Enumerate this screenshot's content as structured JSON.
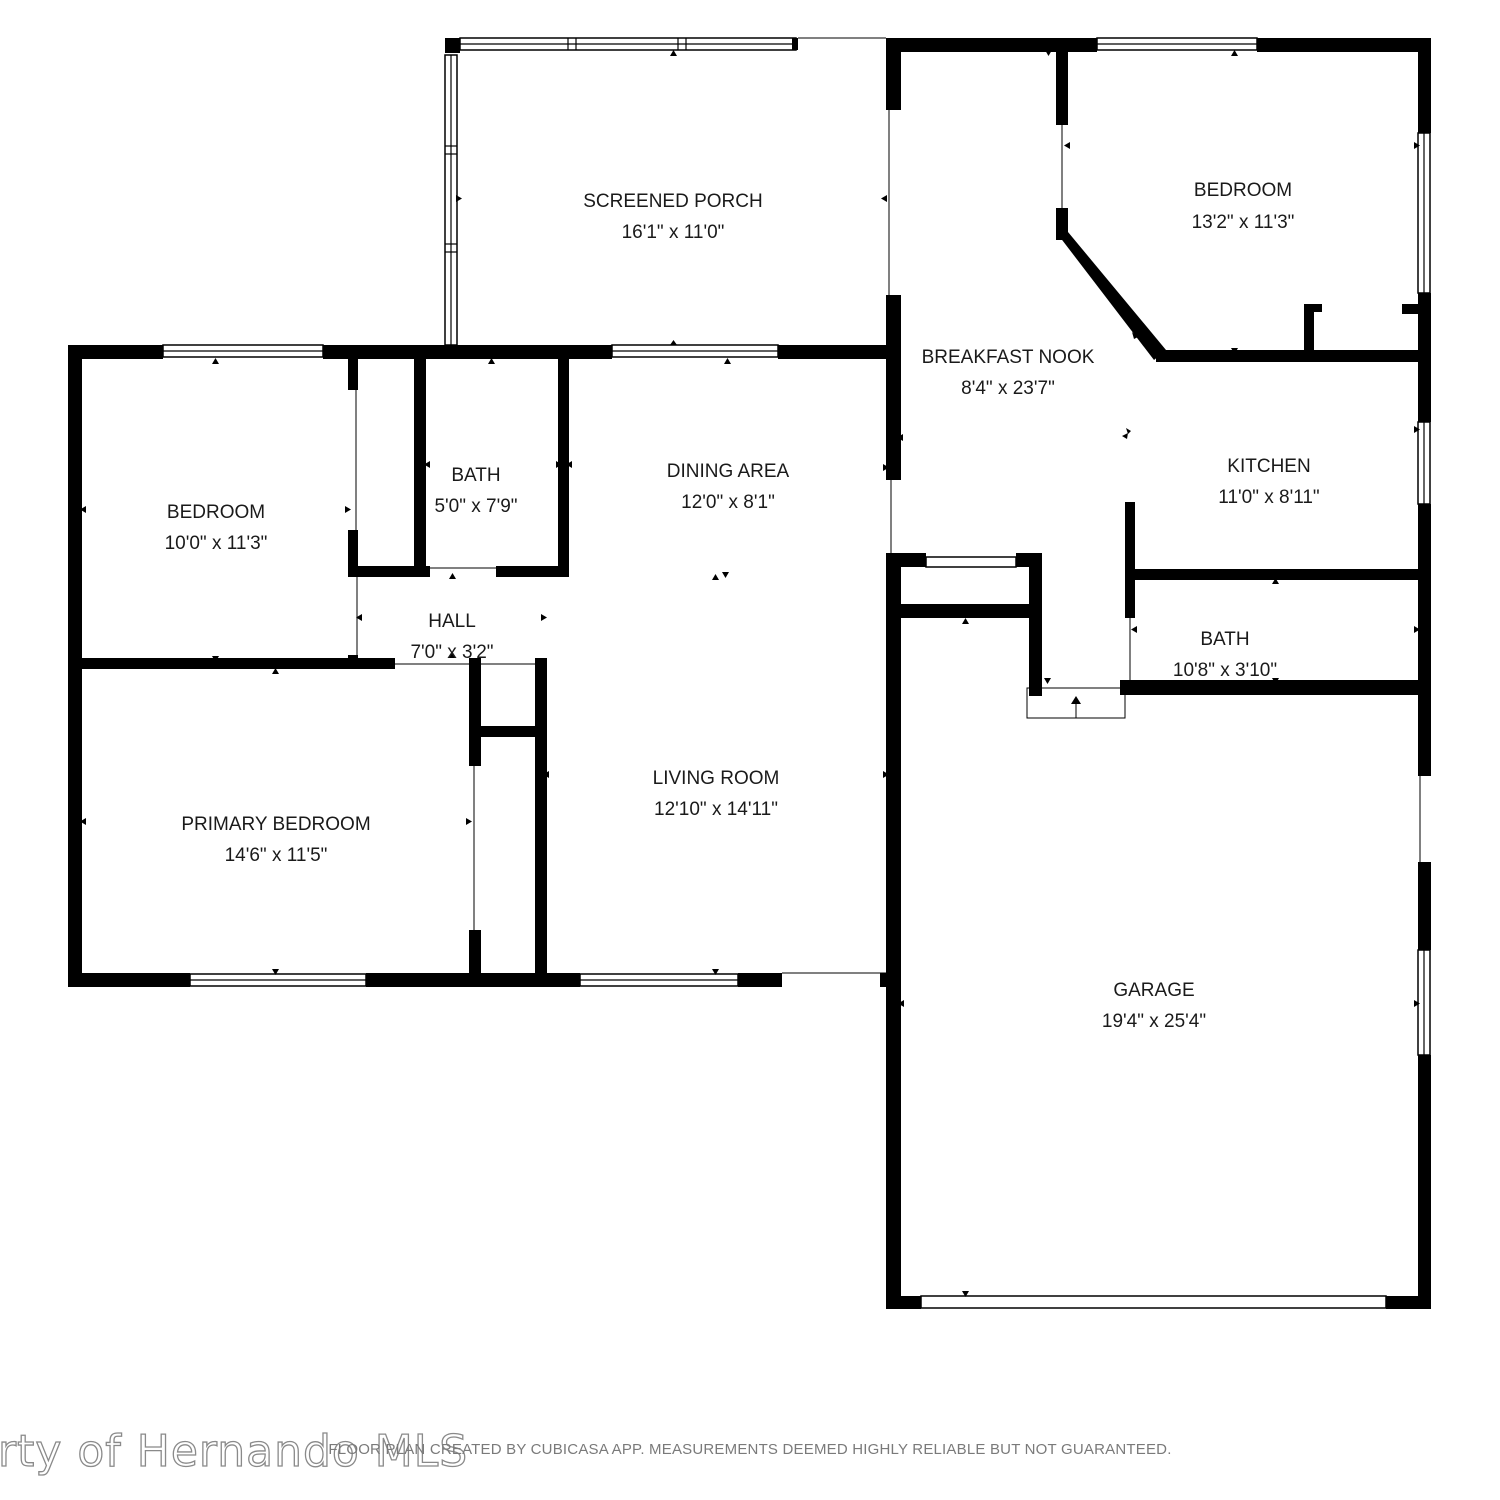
{
  "rooms": {
    "screened_porch": {
      "name": "SCREENED PORCH",
      "dims": "16'1\" x 11'0\""
    },
    "breakfast_nook": {
      "name": "BREAKFAST NOOK",
      "dims": "8'4\" x 23'7\""
    },
    "bedroom_ne": {
      "name": "BEDROOM",
      "dims": "13'2\" x 11'3\""
    },
    "bedroom_w": {
      "name": "BEDROOM",
      "dims": "10'0\" x 11'3\""
    },
    "bath_center": {
      "name": "BATH",
      "dims": "5'0\" x 7'9\""
    },
    "dining_area": {
      "name": "DINING AREA",
      "dims": "12'0\" x 8'1\""
    },
    "kitchen": {
      "name": "KITCHEN",
      "dims": "11'0\" x 8'11\""
    },
    "hall": {
      "name": "HALL",
      "dims": "7'0\" x 3'2\""
    },
    "bath_east": {
      "name": "BATH",
      "dims": "10'8\" x 3'10\""
    },
    "living_room": {
      "name": "LIVING ROOM",
      "dims": "12'10\" x 14'11\""
    },
    "primary_bedroom": {
      "name": "PRIMARY BEDROOM",
      "dims": "14'6\" x 11'5\""
    },
    "garage": {
      "name": "GARAGE",
      "dims": "19'4\" x 25'4\""
    }
  },
  "footer": {
    "disclaimer": "FLOOR PLAN CREATED BY CUBICASA APP. MEASUREMENTS DEEMED HIGHLY RELIABLE BUT NOT GUARANTEED.",
    "watermark": "rty of Hernando MLS"
  },
  "colors": {
    "wall": "#000000",
    "background": "#ffffff",
    "label": "#1a1a1a"
  }
}
